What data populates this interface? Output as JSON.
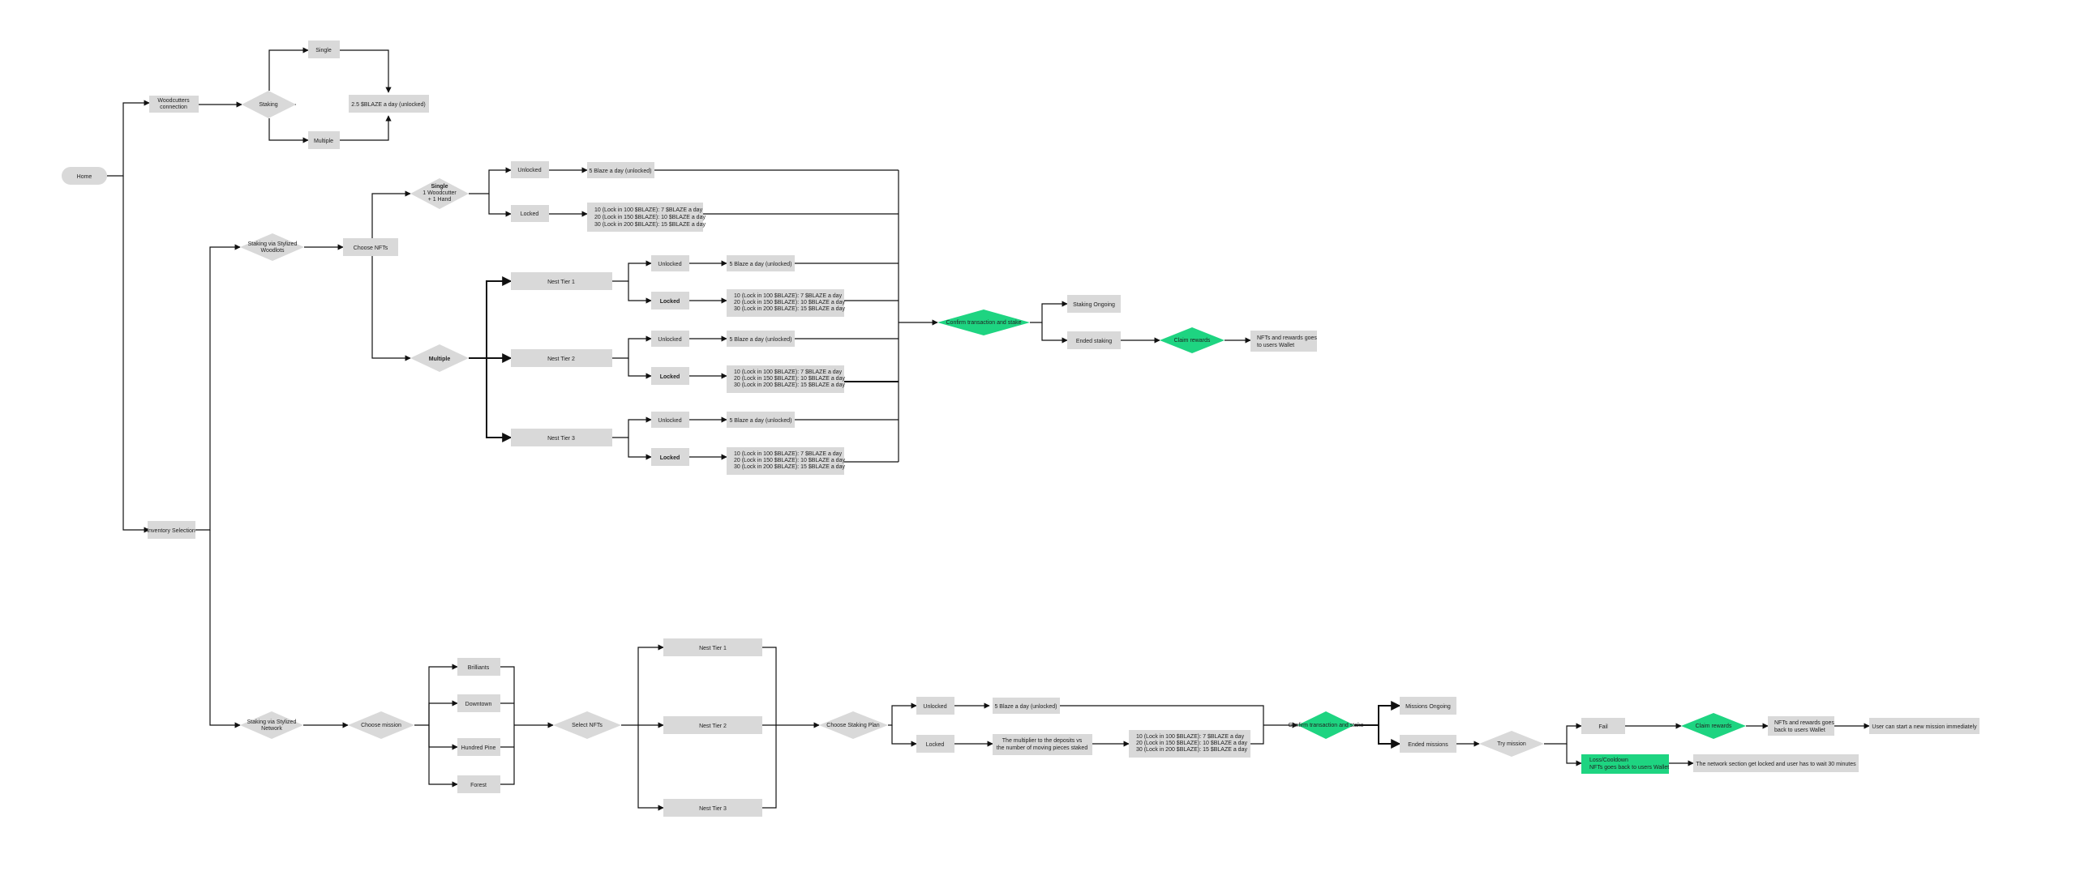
{
  "home": "Home",
  "woodcutter": {
    "connection": [
      "Woodcutters",
      "connection"
    ],
    "staking": "Staking",
    "single": "Single",
    "multiple": "Multiple",
    "rate": "2.5 $BLAZE a day (unlocked)"
  },
  "inventory": {
    "title": "Inventory Selection",
    "staking_by_sector": [
      "Staking via Stylized",
      "Woodlots"
    ],
    "choose_nfts": "Choose NFTs",
    "single_choice": [
      "Single",
      "1 Woodcutter",
      "+ 1 Hand"
    ],
    "multiple": "Multiple",
    "unlocked": "Unlocked",
    "locked": "Locked",
    "single_unlocked_rate": "5 Blaze a day (unlocked)",
    "single_locked_rates": [
      "10 (Lock in 100 $BLAZE): 7 $BLAZE a day",
      "20 (Lock in 150 $BLAZE): 10 $BLAZE a day",
      "30 (Lock in 200 $BLAZE): 15 $BLAZE a day"
    ],
    "tiers": [
      "Nest Tier 1",
      "Nest Tier 2",
      "Nest Tier 3"
    ],
    "tier_unlocked_rate": "5 Blaze a day (unlocked)",
    "tier_locked_rates": [
      "10 (Lock in 100 $BLAZE): 7 $BLAZE a day",
      "20 (Lock in 150 $BLAZE): 10 $BLAZE a day",
      "30 (Lock in 200 $BLAZE): 15 $BLAZE a day"
    ],
    "confirm": "Confirm transaction and stake",
    "staking_ongoing": "Staking Ongoing",
    "ended_staking": "Ended staking",
    "claim": "Claim rewards",
    "result": [
      "NFTs and rewards goes",
      "to users Wallet"
    ]
  },
  "network": {
    "staking_by_sector": [
      "Staking via Stylized",
      "Network"
    ],
    "choose_mission": "Choose mission",
    "missions": [
      "Brilliants",
      "Downtown",
      "Hundred Pine",
      "Forest"
    ],
    "select_nfts": "Select NFTs",
    "tiers": [
      "Nest Tier 1",
      "Nest Tier 2",
      "Nest Tier 3"
    ],
    "choose_period": "Choose Staking Plan",
    "unlocked": "Unlocked",
    "locked": "Locked",
    "unlocked_rate": "5 Blaze a day (unlocked)",
    "locked_note": [
      "The multiplier to the deposits vs",
      "the number of moving pieces staked"
    ],
    "locked_rates": [
      "10 (Lock in 100 $BLAZE): 7 $BLAZE a day",
      "20 (Lock in 150 $BLAZE): 10 $BLAZE a day",
      "30 (Lock in 200 $BLAZE): 15 $BLAZE a day"
    ],
    "confirm": "Confirm transaction and stake",
    "mission_ongoing": "Missions Ongoing",
    "ended_mission": "Ended missions",
    "try_again": "Try mission",
    "fail": "Fail",
    "claim": "Claim rewards",
    "claim_result": [
      "NFTs and rewards goes",
      "back to users Wallet"
    ],
    "final": "User can start a new mission immediately",
    "success_box": [
      "Loss/Cooldown",
      "NFTs goes back to users Wallet"
    ],
    "cooldown": "The network section get locked and user has to wait 30 minutes"
  },
  "colors": {
    "node": "#d9d9d9",
    "accent": "#1ed481",
    "edge": "#111111"
  }
}
